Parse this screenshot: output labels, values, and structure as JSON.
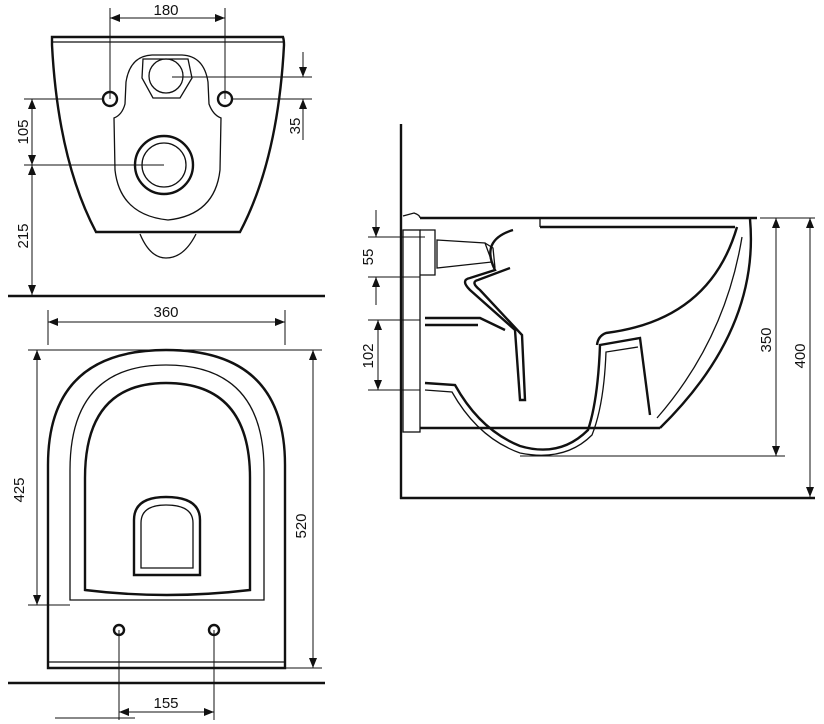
{
  "title": "Wall-hung toilet dimension drawing",
  "views": {
    "rear": {
      "dim_hole_spacing": "180",
      "dim_inlet_offset": "35",
      "dim_outlet_to_holes": "105",
      "dim_outlet_height": "215"
    },
    "plan": {
      "dim_width": "360",
      "dim_seat_length": "425",
      "dim_total_length": "520",
      "dim_bolt_spacing": "155"
    },
    "side": {
      "dim_inlet": "55",
      "dim_outlet": "102",
      "dim_rim_to_bottom": "350",
      "dim_rim_to_floor": "400"
    }
  },
  "colors": {
    "line": "#111111",
    "background": "#ffffff"
  }
}
